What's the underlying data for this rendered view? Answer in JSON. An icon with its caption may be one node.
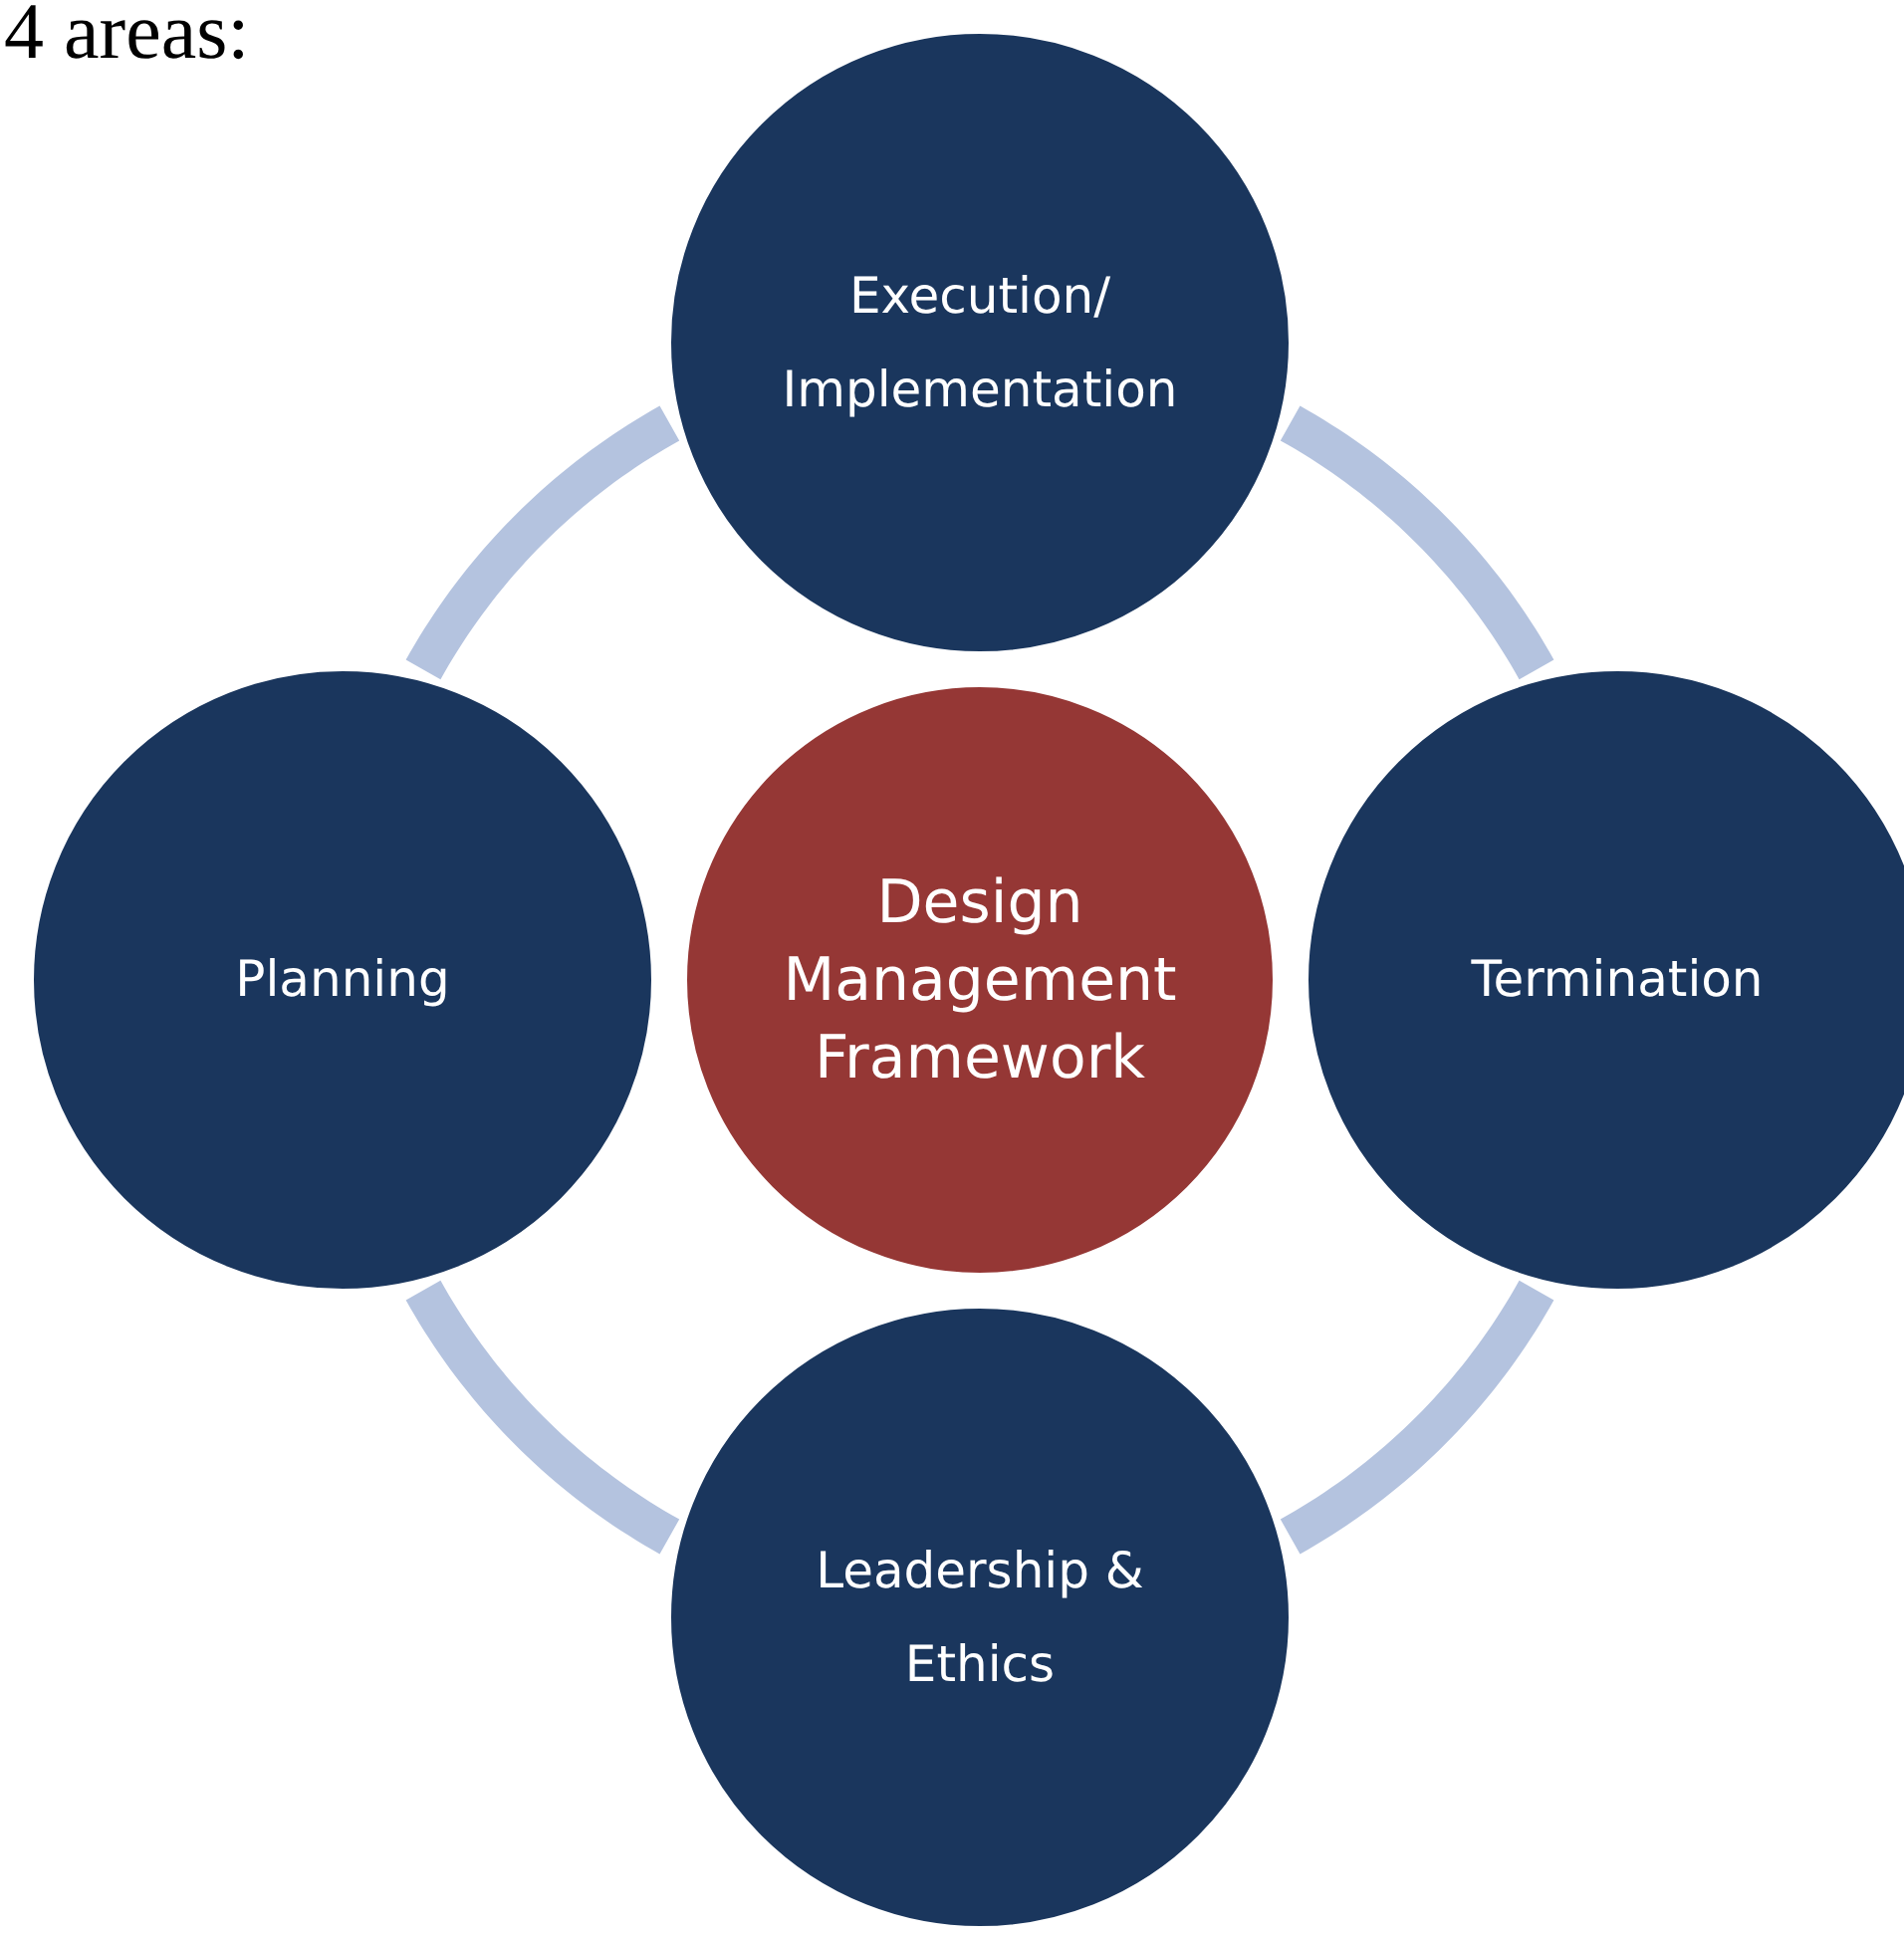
{
  "diagram": {
    "nodes": [
      {
        "text": [
          "Execution/ Implementation"
        ]
      },
      {
        "text": [
          "Planning"
        ]
      },
      {
        "text": [
          "Design Management Framework"
        ]
      },
      {
        "text": [
          "Termination"
        ]
      },
      {
        "text": [
          "Leadership & Ethics"
        ]
      }
    ],
    "edges": [
      {
        "from": 0,
        "to": 3,
        "arrow": "none"
      },
      {
        "from": 3,
        "to": 4,
        "arrow": "none"
      },
      {
        "from": 4,
        "to": 1,
        "arrow": "none"
      },
      {
        "from": 1,
        "to": 0,
        "arrow": "none"
      }
    ],
    "labels": [
      "4 areas:"
    ]
  }
}
